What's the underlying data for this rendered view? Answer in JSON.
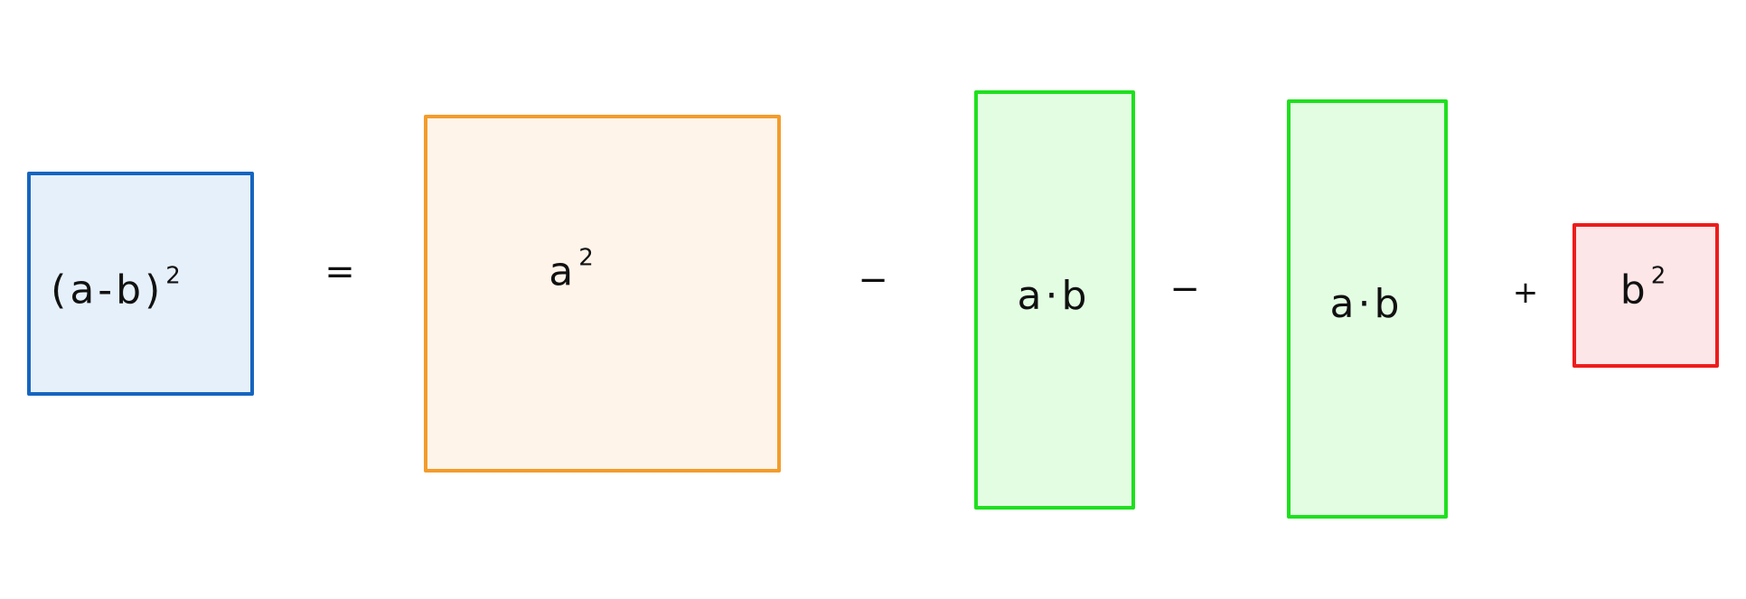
{
  "diagram": {
    "lhs": {
      "label": "(a-b)",
      "exponent": "2",
      "border_color": "#1565c0",
      "fill_color": "#e6f0fa"
    },
    "operators": {
      "equals": "=",
      "minus_1": "−",
      "minus_2": "−",
      "plus": "+"
    },
    "term_a_squared": {
      "label": "a",
      "exponent": "2",
      "border_color": "#f39c2b",
      "fill_color": "#fef4ea"
    },
    "term_ab_1": {
      "label": "a·b",
      "border_color": "#1ee01e",
      "fill_color": "#e3fde3"
    },
    "term_ab_2": {
      "label": "a·b",
      "border_color": "#1ee01e",
      "fill_color": "#e3fde3"
    },
    "term_b_squared": {
      "label": "b",
      "exponent": "2",
      "border_color": "#ee1c1c",
      "fill_color": "#fde6e8"
    }
  }
}
